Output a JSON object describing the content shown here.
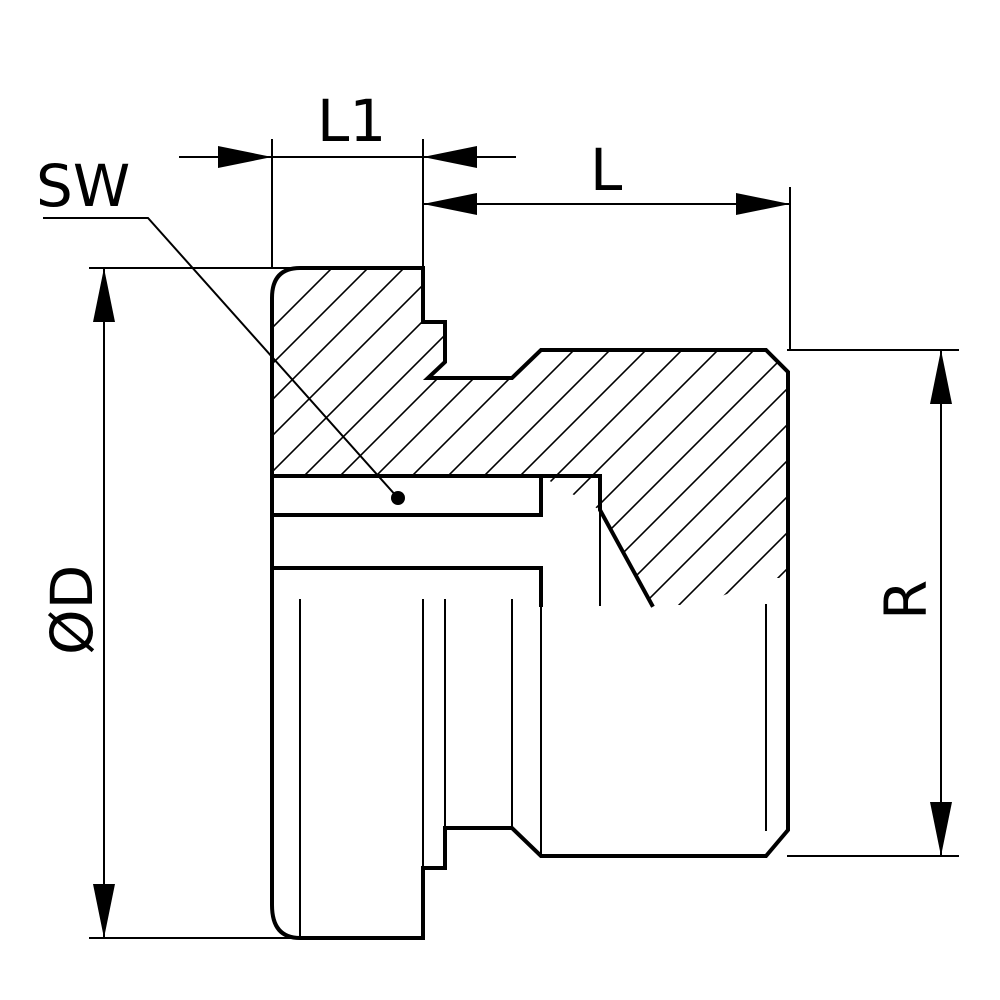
{
  "diagram": {
    "labels": {
      "l1": "L1",
      "l": "L",
      "sw": "SW",
      "od": "ØD",
      "r": "R"
    },
    "colors": {
      "line": "#000000",
      "background": "#ffffff"
    }
  }
}
